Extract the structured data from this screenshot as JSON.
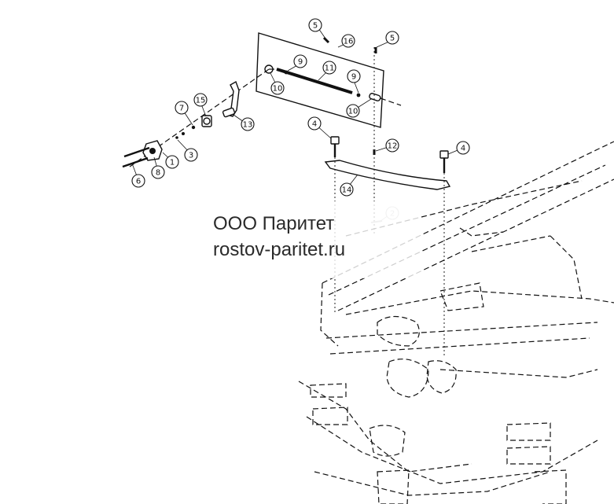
{
  "watermark": {
    "company": "ООО Паритет",
    "website": "rostov-paritet.ru"
  },
  "callouts": [
    {
      "label": "5"
    },
    {
      "label": "16"
    },
    {
      "label": "5"
    },
    {
      "label": "9"
    },
    {
      "label": "11"
    },
    {
      "label": "9"
    },
    {
      "label": "10"
    },
    {
      "label": "10"
    },
    {
      "label": "7"
    },
    {
      "label": "15"
    },
    {
      "label": "13"
    },
    {
      "label": "4"
    },
    {
      "label": "12"
    },
    {
      "label": "4"
    },
    {
      "label": "3"
    },
    {
      "label": "1"
    },
    {
      "label": "8"
    },
    {
      "label": "6"
    },
    {
      "label": "14"
    },
    {
      "label": "2"
    }
  ]
}
